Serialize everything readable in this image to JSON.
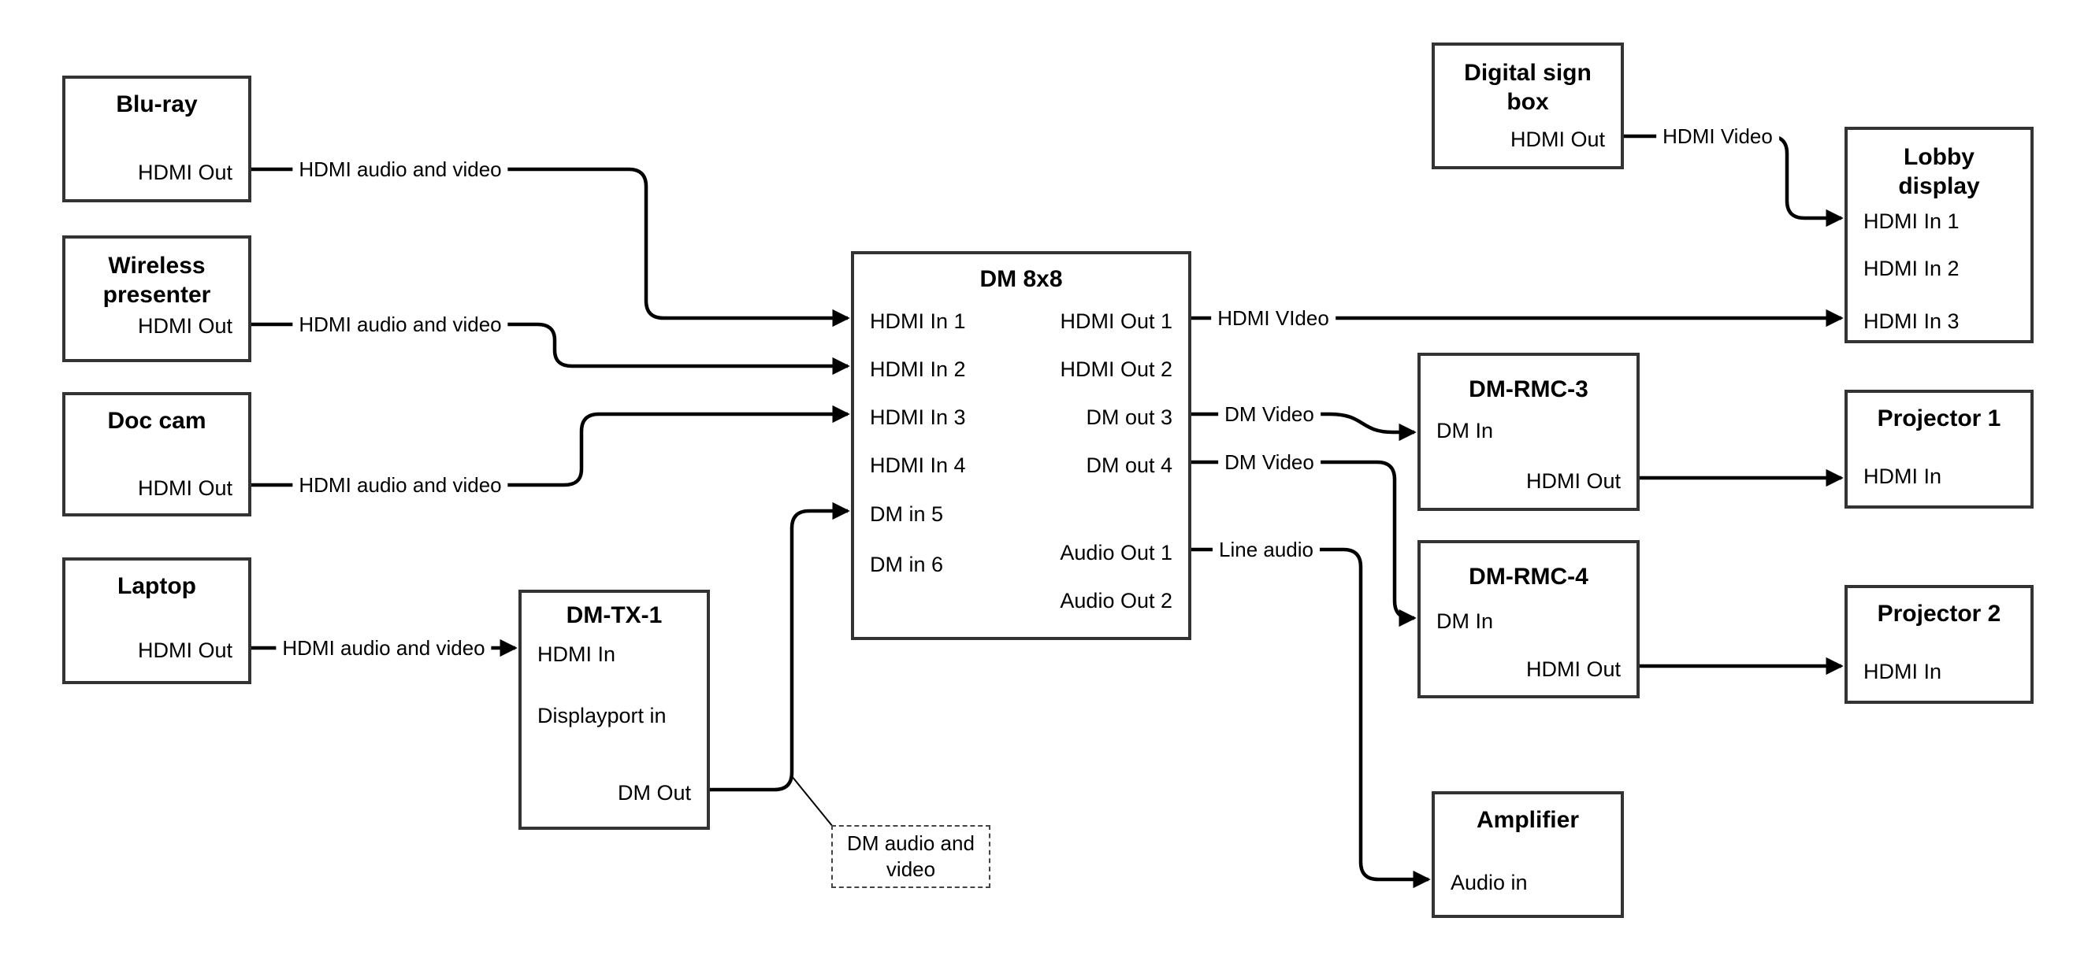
{
  "colors": {
    "background": "#ffffff",
    "line": "#000000",
    "box_border": "#333333",
    "text": "#000000"
  },
  "devices": {
    "blu_ray": {
      "title": "Blu-ray",
      "ports": [
        "HDMI Out"
      ]
    },
    "wireless_presenter": {
      "title": "Wireless presenter",
      "ports": [
        "HDMI Out"
      ]
    },
    "doc_cam": {
      "title": "Doc cam",
      "ports": [
        "HDMI Out"
      ]
    },
    "laptop": {
      "title": "Laptop",
      "ports": [
        "HDMI Out"
      ]
    },
    "dm_tx_1": {
      "title": "DM-TX-1",
      "ports": [
        "HDMI In",
        "Displayport in",
        "DM Out"
      ]
    },
    "dm_8x8": {
      "title": "DM 8x8",
      "ports_left": [
        "HDMI In 1",
        "HDMI In 2",
        "HDMI In 3",
        "HDMI In 4",
        "DM in 5",
        "DM in 6"
      ],
      "ports_right": [
        "HDMI Out 1",
        "HDMI Out 2",
        "DM out 3",
        "DM out 4",
        "Audio Out 1",
        "Audio Out 2"
      ]
    },
    "digital_sign_box": {
      "title": "Digital sign box",
      "ports": [
        "HDMI Out"
      ]
    },
    "lobby_display": {
      "title": "Lobby display",
      "ports": [
        "HDMI In 1",
        "HDMI In 2",
        "HDMI In 3"
      ]
    },
    "dm_rmc_3": {
      "title": "DM-RMC-3",
      "ports": [
        "DM In",
        "HDMI Out"
      ]
    },
    "projector_1": {
      "title": "Projector 1",
      "ports": [
        "HDMI In"
      ]
    },
    "dm_rmc_4": {
      "title": "DM-RMC-4",
      "ports": [
        "DM In",
        "HDMI Out"
      ]
    },
    "projector_2": {
      "title": "Projector 2",
      "ports": [
        "HDMI In"
      ]
    },
    "amplifier": {
      "title": "Amplifier",
      "ports": [
        "Audio in"
      ]
    }
  },
  "connections": [
    {
      "label": "HDMI audio and video",
      "from": "Blu-ray HDMI Out",
      "to": "DM 8x8 HDMI In 1"
    },
    {
      "label": "HDMI audio and video",
      "from": "Wireless presenter HDMI Out",
      "to": "DM 8x8 HDMI In 2"
    },
    {
      "label": "HDMI audio and video",
      "from": "Doc cam HDMI Out",
      "to": "DM 8x8 HDMI In 3"
    },
    {
      "label": "HDMI audio and video",
      "from": "Laptop HDMI Out",
      "to": "DM-TX-1 HDMI In"
    },
    {
      "label": null,
      "from": "DM-TX-1 DM Out",
      "to": "DM 8x8 DM in 5"
    },
    {
      "label": "HDMI VIdeo",
      "from": "DM 8x8 HDMI Out 1",
      "to": "Lobby display HDMI In 3"
    },
    {
      "label": "HDMI Video",
      "from": "Digital sign box HDMI Out",
      "to": "Lobby display HDMI In 1"
    },
    {
      "label": "DM Video",
      "from": "DM 8x8 DM out 3",
      "to": "DM-RMC-3 DM In"
    },
    {
      "label": "DM Video",
      "from": "DM 8x8 DM out 4",
      "to": "DM-RMC-4 DM In"
    },
    {
      "label": "Line audio",
      "from": "DM 8x8 Audio Out 1",
      "to": "Amplifier Audio in"
    },
    {
      "label": null,
      "from": "DM-RMC-3 HDMI Out",
      "to": "Projector 1 HDMI In"
    },
    {
      "label": null,
      "from": "DM-RMC-4 HDMI Out",
      "to": "Projector 2 HDMI In"
    }
  ],
  "annotation": {
    "text": "DM audio and video",
    "attached_to": "DM-TX-1 DM Out to DM 8x8 DM in 5 connection"
  }
}
